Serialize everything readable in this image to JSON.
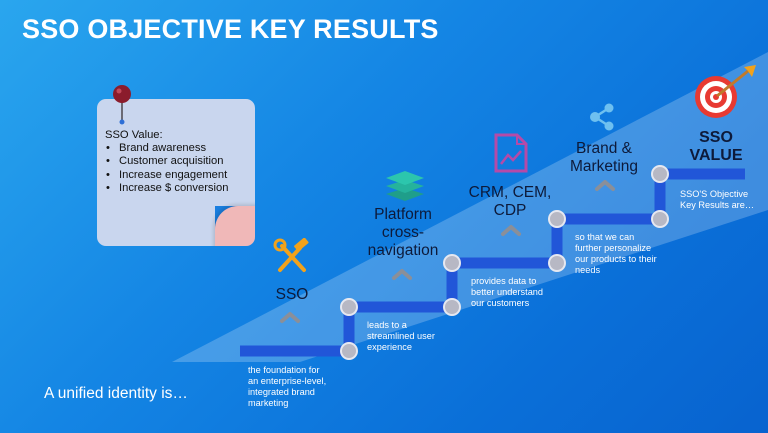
{
  "title": "SSO OBJECTIVE KEY RESULTS",
  "note": {
    "heading": "SSO Value:",
    "items": [
      "Brand awareness",
      "Customer acquisition",
      "Increase engagement",
      "Increase $ conversion"
    ]
  },
  "stages": [
    {
      "label": "SSO",
      "icon": "tools-icon"
    },
    {
      "label": "Platform cross-navigation",
      "lines": [
        "Platform",
        "cross-",
        "navigation"
      ],
      "icon": "stack-icon"
    },
    {
      "label": "CRM, CEM, CDP",
      "lines": [
        "CRM, CEM,",
        "CDP"
      ],
      "icon": "document-chart-icon"
    },
    {
      "label": "Brand & Marketing",
      "lines": [
        "Brand &",
        "Marketing"
      ],
      "icon": "share-icon"
    },
    {
      "label": "SSO VALUE",
      "lines": [
        "SSO",
        "VALUE"
      ],
      "icon": "target-icon"
    }
  ],
  "steps": [
    {
      "lines": [
        "the foundation for",
        "an enterprise-level,",
        "integrated brand",
        "marketing"
      ]
    },
    {
      "lines": [
        "leads to a",
        "streamlined user",
        "experience"
      ]
    },
    {
      "lines": [
        "provides data to",
        "better understand",
        "our customers"
      ]
    },
    {
      "lines": [
        "so that we can",
        "further personalize",
        "our products to their",
        "needs"
      ]
    },
    {
      "lines": [
        "SSO'S Objective",
        "Key Results are…"
      ]
    }
  ],
  "bottom_text": "A unified identity is…",
  "colors": {
    "path": "#2156d8",
    "node": "#b5b5c1",
    "arrow": "#8a8f99"
  }
}
